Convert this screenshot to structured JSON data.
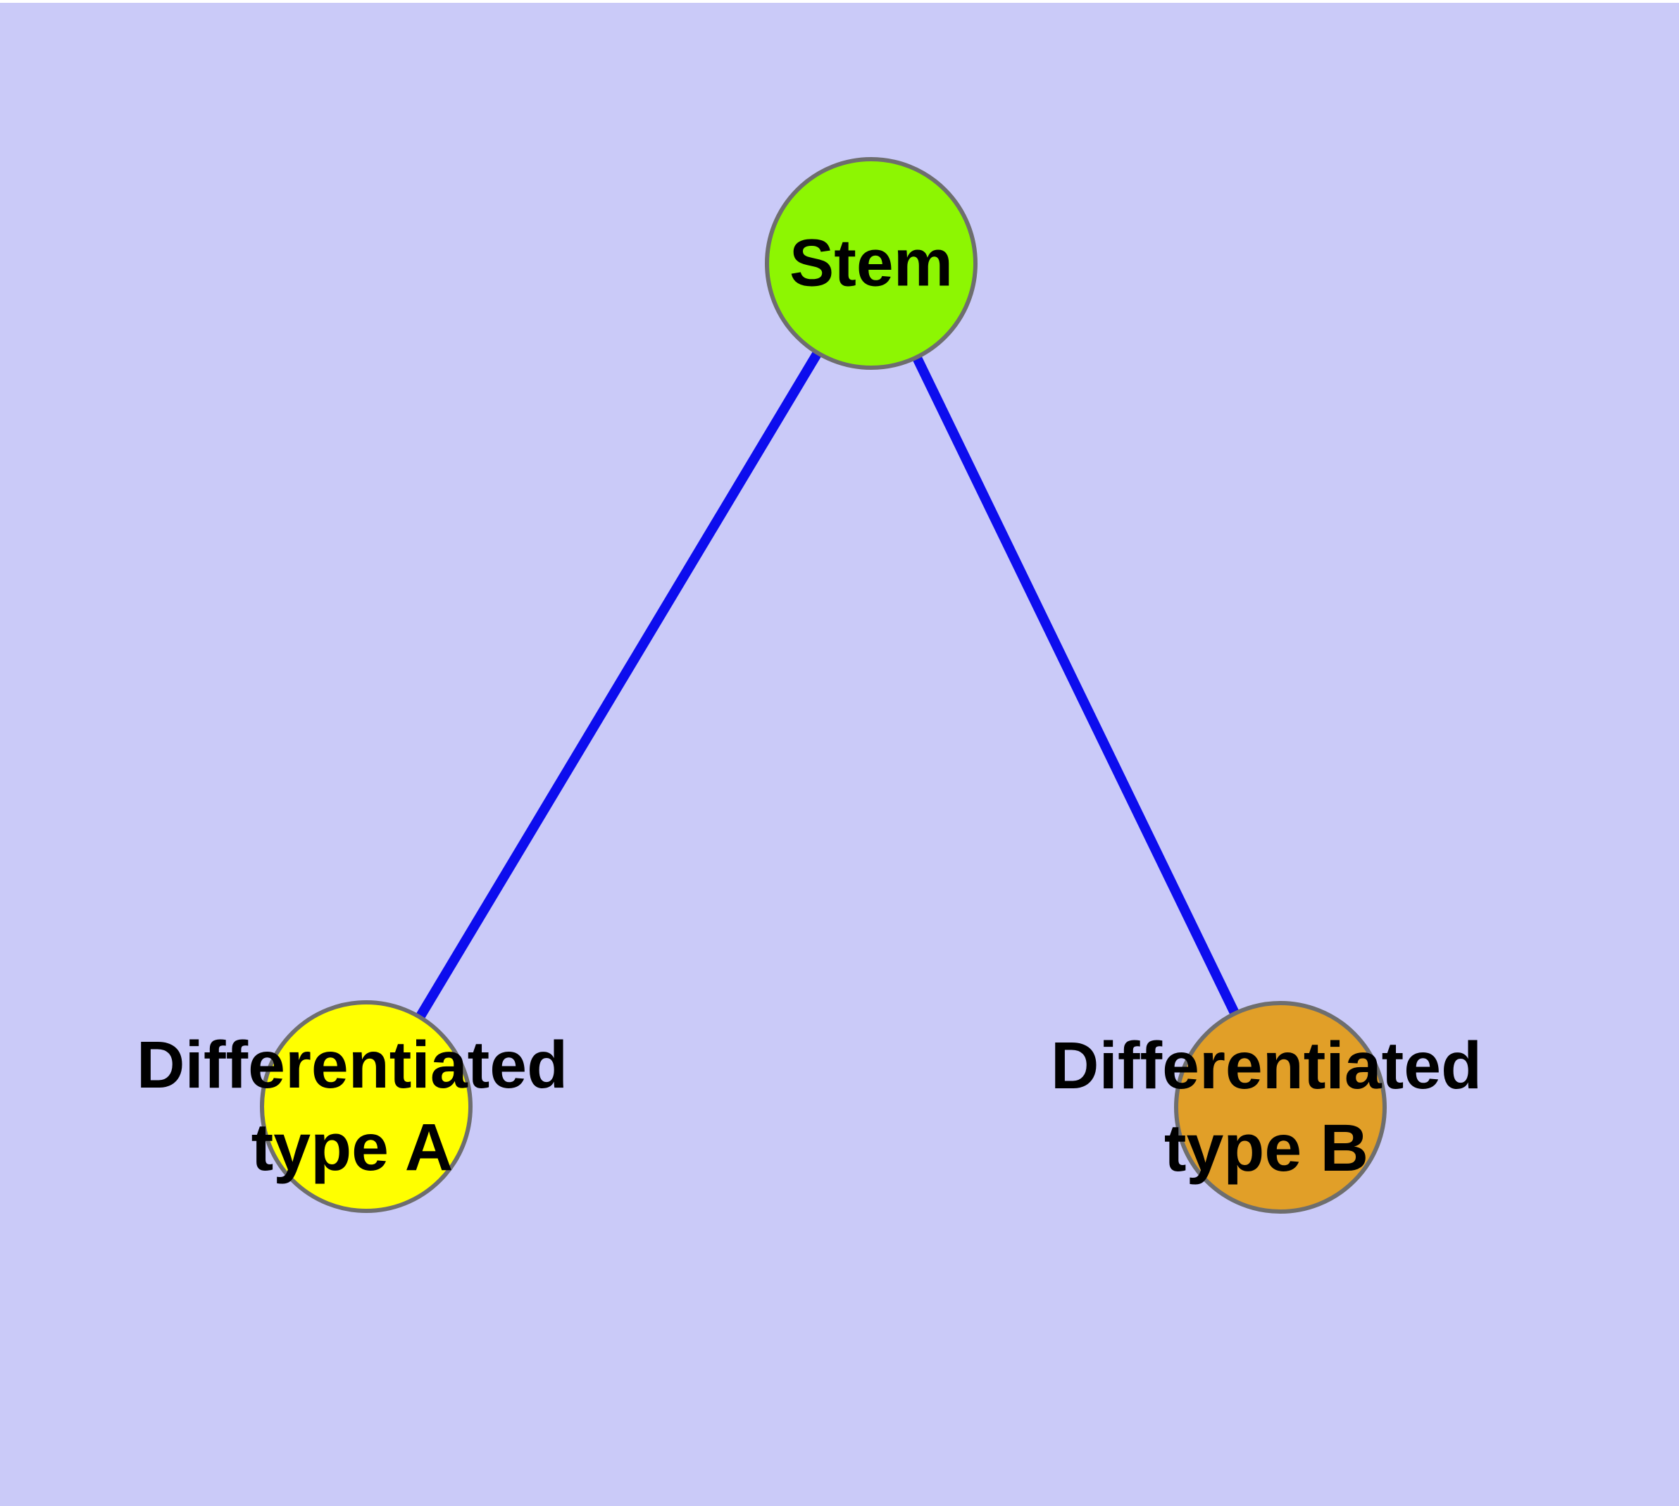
{
  "canvas": {
    "background_color": "#ffffff",
    "panel_color": "#cacaf8"
  },
  "diagram": {
    "type": "graph",
    "description": "Cell differentiation hierarchy: one stem node connected to two differentiated type nodes",
    "nodes": {
      "stem": {
        "label": "Stem",
        "color": "#8df602",
        "border_color": "#6e6e6e"
      },
      "type_a": {
        "label_line1": "Differentiated",
        "label_line2": "type A",
        "color": "#ffff00",
        "border_color": "#6e6e6e"
      },
      "type_b": {
        "label_line1": "Differentiated",
        "label_line2": "type B",
        "color": "#e19f28",
        "border_color": "#6e6e6e"
      }
    },
    "edges": {
      "color": "#0d0dee",
      "list": [
        {
          "from": "stem",
          "to": "type_a"
        },
        {
          "from": "stem",
          "to": "type_b"
        }
      ]
    },
    "label_color": "#000000"
  }
}
